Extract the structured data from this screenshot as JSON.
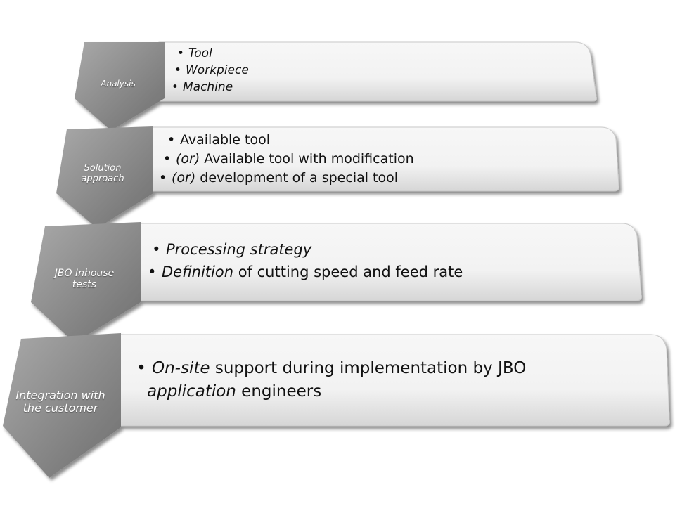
{
  "colors": {
    "chevron_dark": "#6e6e6e",
    "chevron_light": "#a9a9a9",
    "panel_light": "#f7f7f7",
    "panel_shade": "#d6d6d6",
    "text": "#111111",
    "label_text": "#ffffff"
  },
  "steps": [
    {
      "label_lines": [
        "Analysis"
      ],
      "bullets": [
        {
          "em": "Tool",
          "rest": ""
        },
        {
          "em": "Workpiece",
          "rest": ""
        },
        {
          "em": "Machine",
          "rest": ""
        }
      ]
    },
    {
      "label_lines": [
        "Solution",
        "approach"
      ],
      "bullets": [
        {
          "em": "",
          "rest": "Available tool"
        },
        {
          "em": "(or)",
          "rest": " Available tool with modification"
        },
        {
          "em": "(or)",
          "rest": " development of a special tool"
        }
      ]
    },
    {
      "label_lines": [
        "JBO Inhouse",
        "tests"
      ],
      "bullets": [
        {
          "em": "Processing strategy",
          "rest": ""
        },
        {
          "em": "Definition",
          "rest": " of cutting speed and feed rate"
        }
      ]
    },
    {
      "label_lines": [
        "Integration with",
        "the customer"
      ],
      "bullets": [
        {
          "em": "On-site",
          "rest": " support during implementation by JBO"
        },
        {
          "em": "application",
          "rest": " engineers",
          "nobullet": true
        }
      ]
    }
  ]
}
